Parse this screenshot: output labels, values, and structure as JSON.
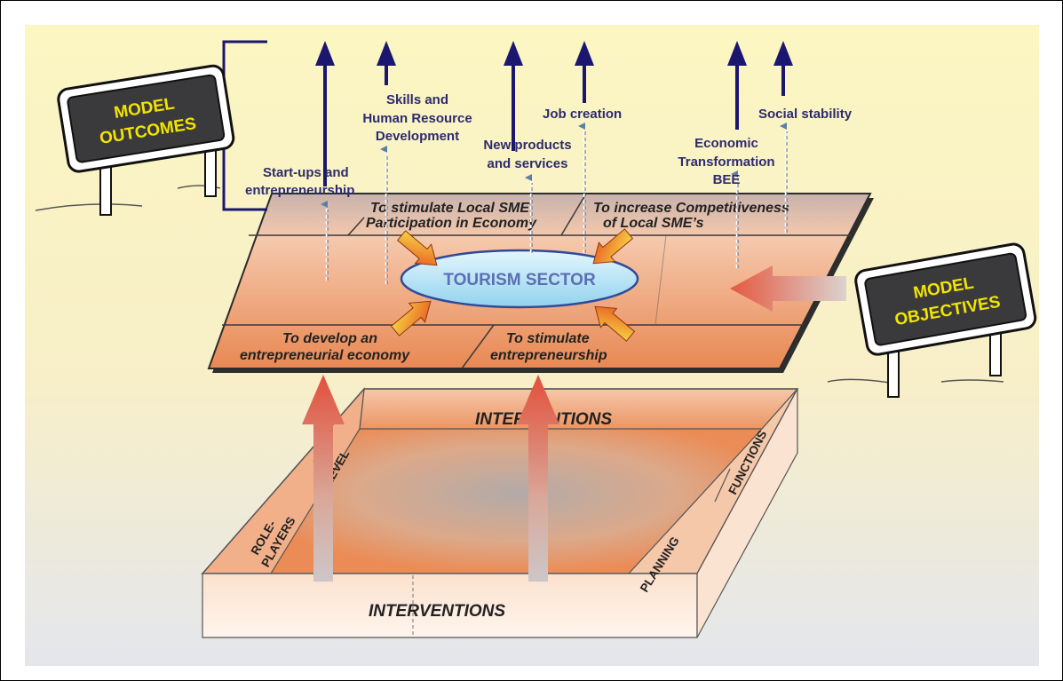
{
  "signs": {
    "outcomes": {
      "line1": "MODEL",
      "line2": "OUTCOMES"
    },
    "objectives": {
      "line1": "MODEL",
      "line2": "OBJECTIVES"
    }
  },
  "outcomes": {
    "startups": {
      "line1": "Start-ups and",
      "line2": "entrepreneurship"
    },
    "skills": {
      "line1": "Skills and",
      "line2": "Human Resource",
      "line3": "Development"
    },
    "products": {
      "line1": "New  products",
      "line2": "and services"
    },
    "jobs": {
      "line1": "Job creation"
    },
    "economic": {
      "line1": "Economic",
      "line2": "Transformation",
      "line3": "BEE"
    },
    "social": {
      "line1": "Social stability"
    }
  },
  "objectives": {
    "stimulate_local": {
      "line1": "To stimulate Local SME",
      "line2": "Participation in Economy"
    },
    "competitiveness": {
      "line1": "To increase Competitiveness",
      "line2": "of Local SME’s"
    },
    "develop": {
      "line1": "To develop an",
      "line2": "entrepreneurial economy"
    },
    "stimulate_ent": {
      "line1": "To stimulate",
      "line2": "entrepreneurship"
    }
  },
  "hub": {
    "label": "TOURISM SECTOR"
  },
  "box": {
    "back_label": "INTERVENTIONS",
    "front_label": "INTERVENTIONS",
    "level": "LEVEL",
    "role_players": {
      "line1": "ROLE-",
      "line2": "PLAYERS"
    },
    "planning": "PLANNING",
    "functions": "FUNCTIONS"
  },
  "colors": {
    "outcome_text": "#2d2b6e",
    "sign_text": "#f2e400",
    "arrow_navy": "#1b1670",
    "plane_orange": "#e88a5a",
    "hub_fill": "#9fd9f2"
  }
}
